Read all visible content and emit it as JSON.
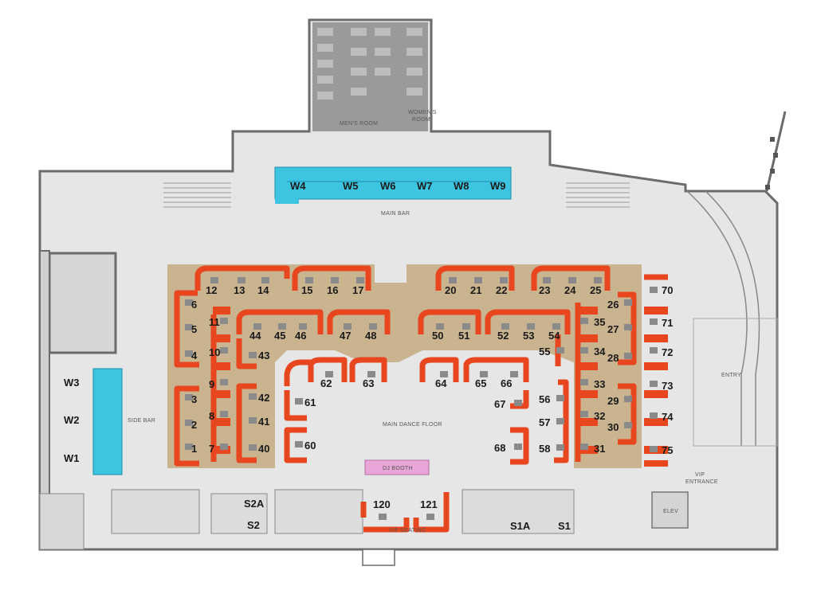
{
  "colors": {
    "outer_wall": "#6b6b6b",
    "floor": "#e6e6e6",
    "booth_red": "#e8461f",
    "booth_bg": "#c9b48f",
    "bar_blue": "#3cc4e0",
    "dj_pink": "#e8a6d8",
    "restroom": "#9a9a9a",
    "table": "#8a8a8a"
  },
  "areas": {
    "mens_room": "MEN'S ROOM",
    "womens_room_line1": "WOMEN'S",
    "womens_room_line2": "ROOM",
    "main_bar": "MAIN BAR",
    "side_bar": "SIDE BAR",
    "main_dance_floor": "MAIN DANCE FLOOR",
    "dj_booth": "DJ BOOTH",
    "vip_seating": "VIP SEATING",
    "entry": "ENTRY",
    "vip_entrance_line1": "VIP",
    "vip_entrance_line2": "ENTRANCE",
    "elevator": "ELEV"
  },
  "bar_stations": {
    "main": [
      "W4",
      "W5",
      "W6",
      "W7",
      "W8",
      "W9"
    ],
    "side": [
      "W3",
      "W2",
      "W1"
    ],
    "service": [
      "S2A",
      "S2",
      "S1A",
      "S1"
    ]
  },
  "tables": {
    "left_outer": [
      "6",
      "5",
      "4",
      "3",
      "2",
      "1"
    ],
    "left_inner": [
      "11",
      "10",
      "9",
      "8",
      "7"
    ],
    "top_left": [
      "12",
      "13",
      "14"
    ],
    "top_center_left": [
      "15",
      "16",
      "17"
    ],
    "top_center_right": [
      "20",
      "21",
      "22"
    ],
    "top_right": [
      "23",
      "24",
      "25"
    ],
    "right_inner": [
      "26",
      "27",
      "28",
      "29",
      "30"
    ],
    "right_mid": [
      "35",
      "34",
      "33",
      "32",
      "31"
    ],
    "right_outer": [
      "70",
      "71",
      "72",
      "73",
      "74",
      "75"
    ],
    "second_left": [
      "44",
      "45",
      "46"
    ],
    "second_center_left": [
      "47",
      "48"
    ],
    "second_center_right": [
      "50",
      "51"
    ],
    "second_right": [
      "52",
      "53",
      "54"
    ],
    "left_col_inner": [
      "43",
      "42",
      "41",
      "40"
    ],
    "right_col_inner": [
      "55",
      "56",
      "57",
      "58"
    ],
    "dance_left": [
      "62",
      "63"
    ],
    "dance_right": [
      "64",
      "65",
      "66"
    ],
    "dance_left_side": [
      "61",
      "60"
    ],
    "dance_right_side": [
      "67",
      "68"
    ],
    "vip": [
      "120",
      "121"
    ]
  }
}
